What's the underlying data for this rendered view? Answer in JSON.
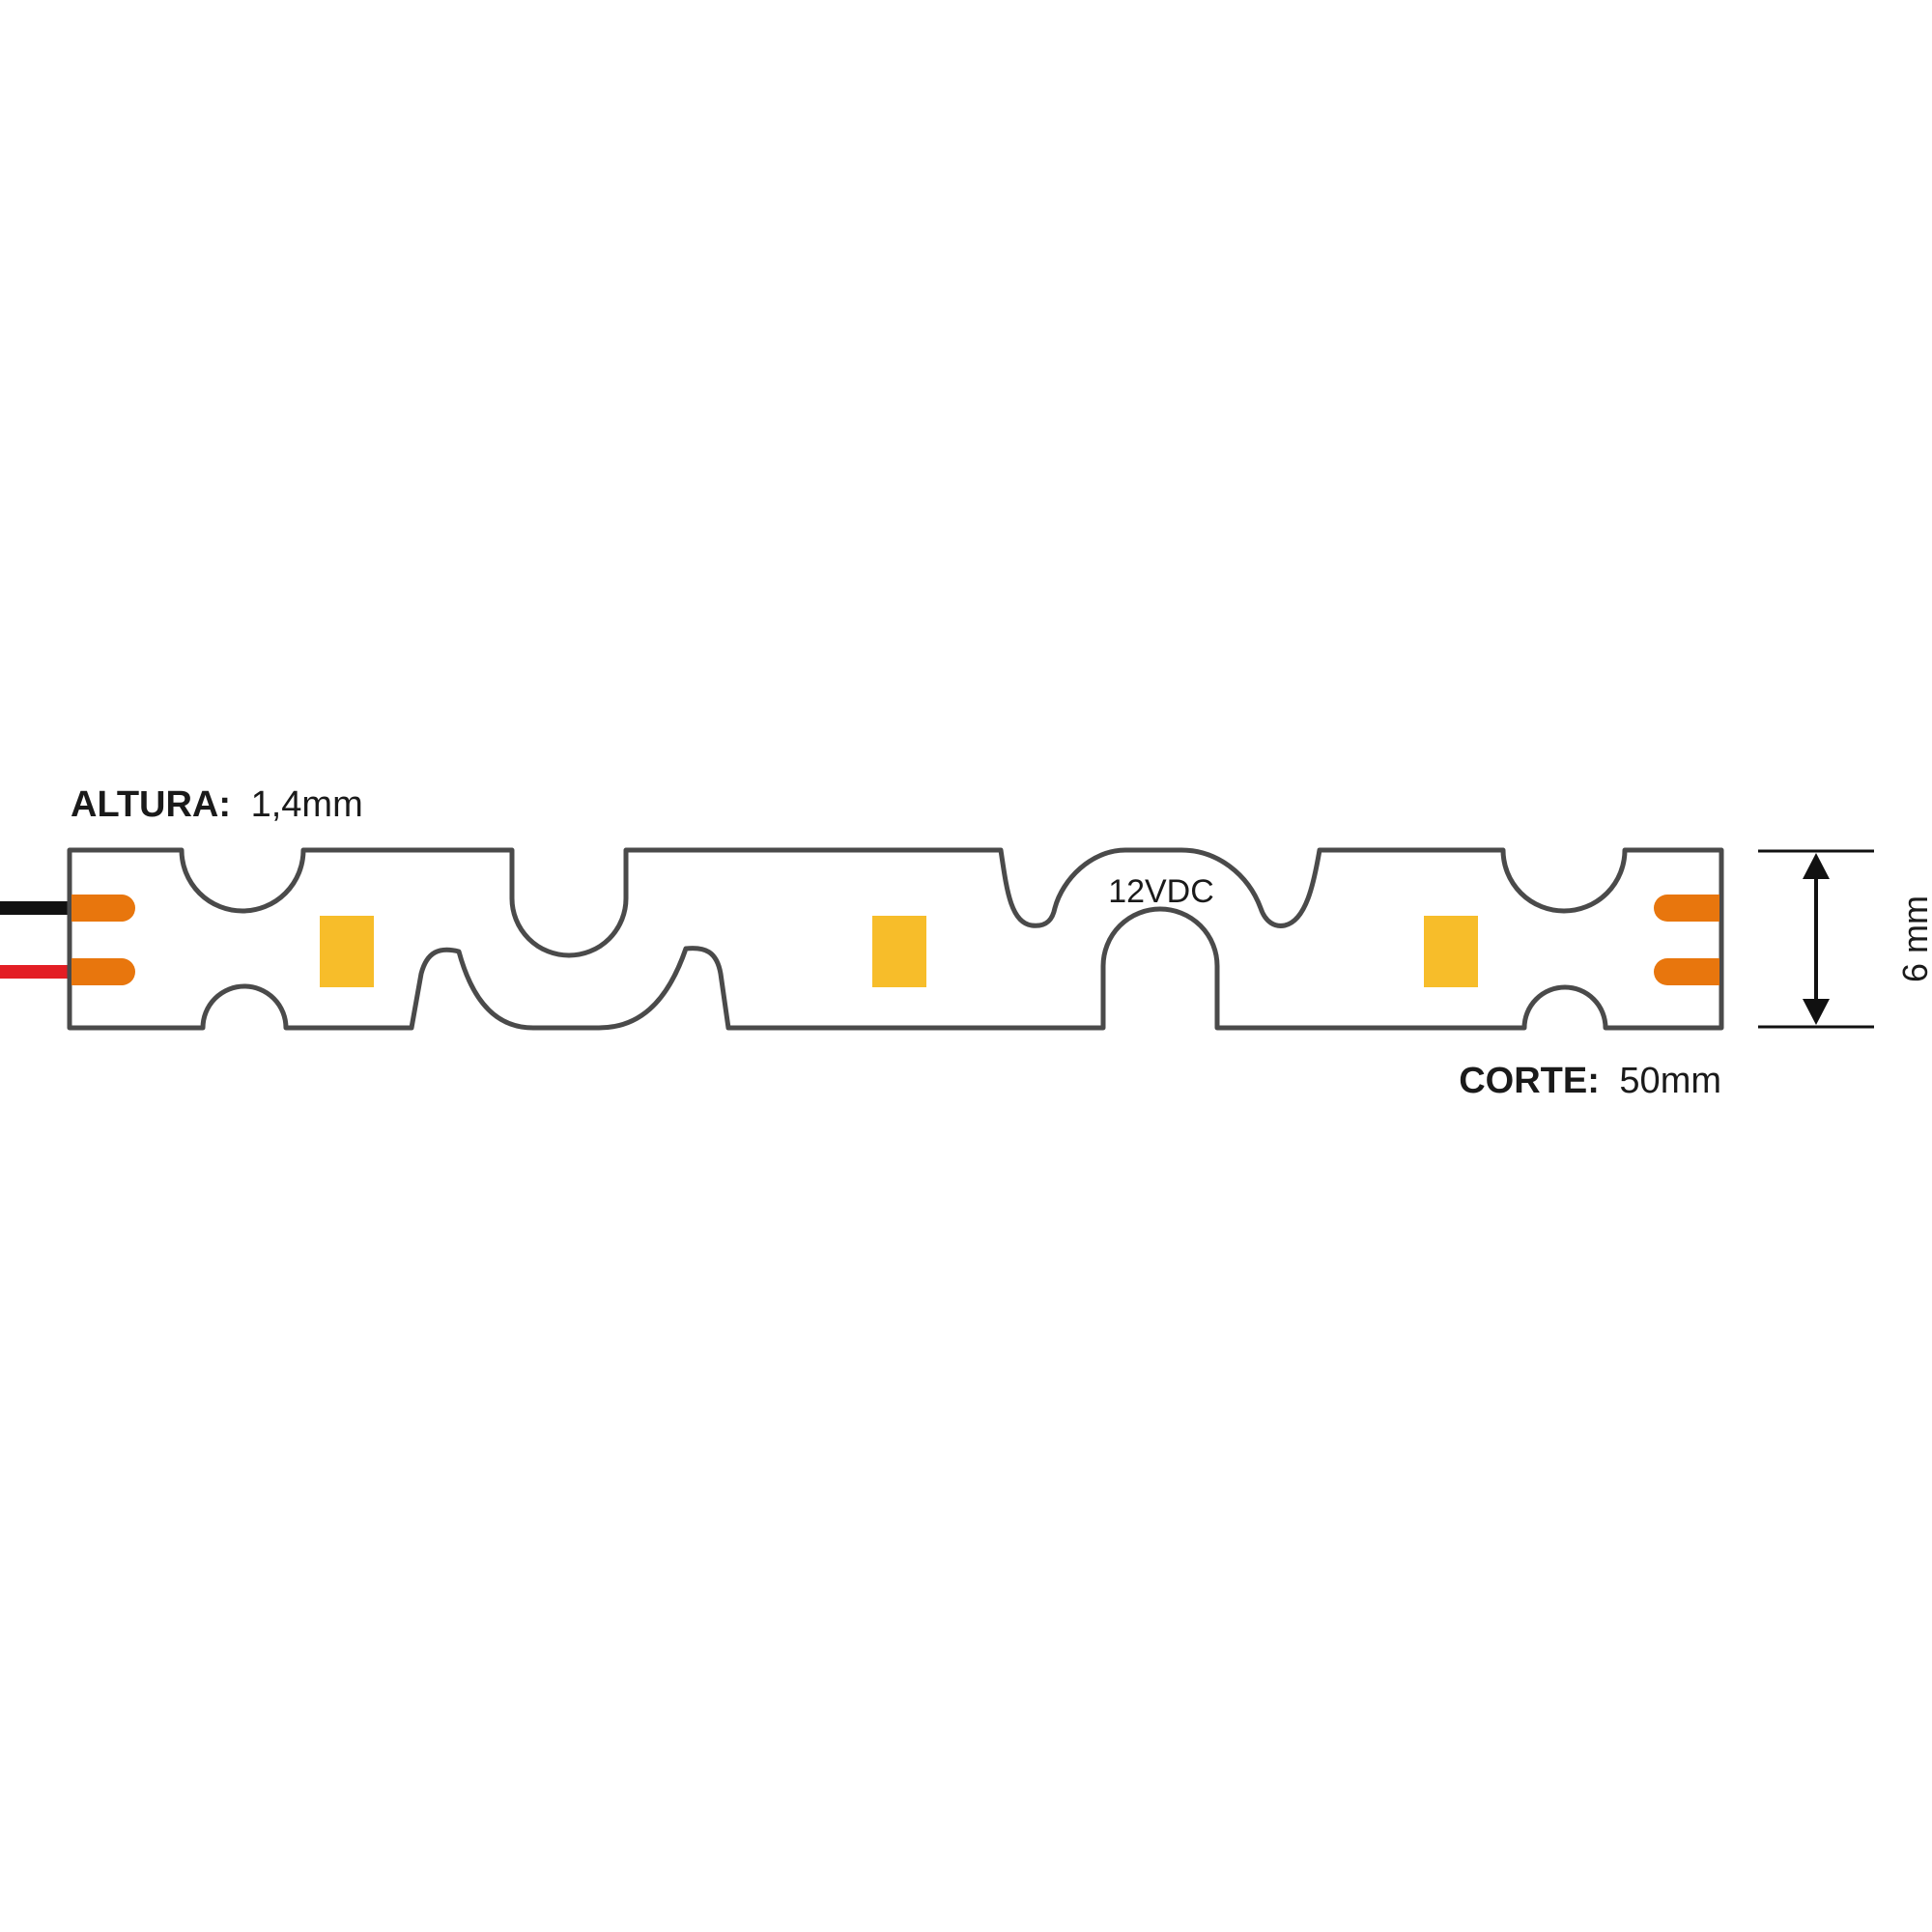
{
  "labels": {
    "height_key": "ALTURA:",
    "height_value": "1,4mm",
    "cut_key": "CORTE:",
    "cut_value": "50mm",
    "voltage": "12VDC",
    "width": "6 mm"
  },
  "colors": {
    "outline": "#4a4a4a",
    "led": "#f7bd2a",
    "pad": "#e8760d",
    "wire_negative": "#111111",
    "wire_positive": "#e31e24",
    "dimension": "#111111",
    "background": "#ffffff"
  },
  "icons": {
    "led": "led-chip-icon",
    "pad": "solder-pad-icon",
    "arrow": "double-arrow-icon"
  }
}
